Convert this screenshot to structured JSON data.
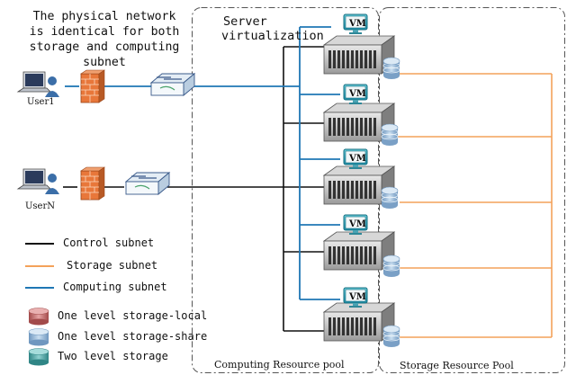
{
  "note": {
    "lines": [
      "The physical network",
      "is identical for both",
      "storage and computing",
      "subnet"
    ]
  },
  "virtualization": {
    "title_line1": "Server",
    "title_line2": "virtualization"
  },
  "pools": {
    "computing": "Computing Resource pool",
    "storage": "Storage Resource Pool"
  },
  "users": {
    "user1": "User1",
    "userN": "UserN"
  },
  "vm_label": "VM",
  "legend": {
    "control": "Control subnet",
    "storage": "Storage subnet",
    "computing": "Computing subnet",
    "one_local": "One level storage-local",
    "one_share": "One level storage-share",
    "two_level": "Two level storage"
  },
  "colors": {
    "control_subnet": "#111111",
    "storage_subnet": "#f4a25a",
    "computing_subnet": "#1f77b4",
    "firewall": "#e8773a",
    "storage_local": "#c96b6b",
    "storage_share": "#8fb4d6",
    "storage_two_level": "#4aa3a3"
  },
  "icons": {
    "user": "computer-user-icon",
    "firewall": "firewall-icon",
    "switch": "network-switch-icon",
    "server": "rack-server-icon",
    "vm": "vm-monitor-icon",
    "disk": "storage-disk-icon"
  }
}
